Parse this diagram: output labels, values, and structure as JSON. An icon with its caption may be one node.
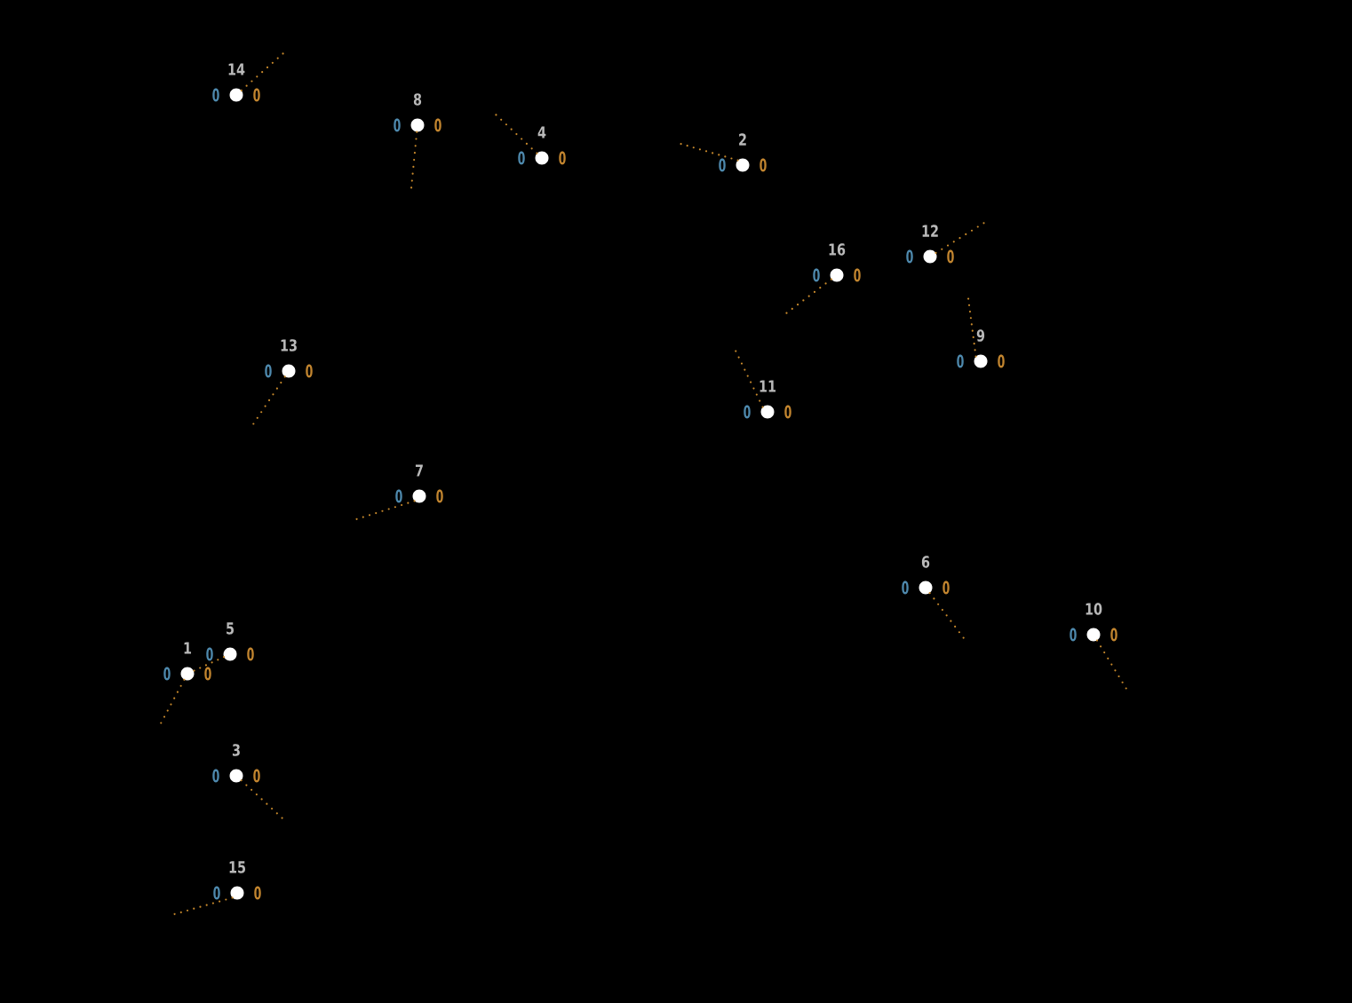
{
  "diagram": {
    "nodes": [
      {
        "text": [
          "14"
        ],
        "beside": [
          "0",
          "0"
        ]
      },
      {
        "text": [
          "8"
        ],
        "beside": [
          "0",
          "0"
        ]
      },
      {
        "text": [
          "4"
        ],
        "beside": [
          "0",
          "0"
        ]
      },
      {
        "text": [
          "2"
        ],
        "beside": [
          "0",
          "0"
        ]
      },
      {
        "text": [
          "12"
        ],
        "beside": [
          "0",
          "0"
        ]
      },
      {
        "text": [
          "16"
        ],
        "beside": [
          "0",
          "0"
        ]
      },
      {
        "text": [
          "9"
        ],
        "beside": [
          "0",
          "0"
        ]
      },
      {
        "text": [
          "13"
        ],
        "beside": [
          "0",
          "0"
        ]
      },
      {
        "text": [
          "11"
        ],
        "beside": [
          "0",
          "0"
        ]
      },
      {
        "text": [
          "7"
        ],
        "beside": [
          "0",
          "0"
        ]
      },
      {
        "text": [
          "6"
        ],
        "beside": [
          "0",
          "0"
        ]
      },
      {
        "text": [
          "10"
        ],
        "beside": [
          "0",
          "0"
        ]
      },
      {
        "text": [
          "5"
        ],
        "beside": [
          "0",
          "0"
        ]
      },
      {
        "text": [
          "1"
        ],
        "beside": [
          "0",
          "0"
        ]
      },
      {
        "text": [
          "3"
        ],
        "beside": [
          "0",
          "0"
        ]
      },
      {
        "text": [
          "15"
        ],
        "beside": [
          "0",
          "0"
        ]
      }
    ],
    "edges": [
      {
        "from": 0,
        "to": null,
        "arrow": "none"
      },
      {
        "from": 1,
        "to": null,
        "arrow": "none"
      },
      {
        "from": 2,
        "to": null,
        "arrow": "none"
      },
      {
        "from": 3,
        "to": null,
        "arrow": "none"
      },
      {
        "from": 4,
        "to": null,
        "arrow": "none"
      },
      {
        "from": 5,
        "to": null,
        "arrow": "none"
      },
      {
        "from": 6,
        "to": null,
        "arrow": "none"
      },
      {
        "from": 7,
        "to": null,
        "arrow": "none"
      },
      {
        "from": 8,
        "to": null,
        "arrow": "none"
      },
      {
        "from": 9,
        "to": null,
        "arrow": "none"
      },
      {
        "from": 10,
        "to": null,
        "arrow": "none"
      },
      {
        "from": 11,
        "to": null,
        "arrow": "none"
      },
      {
        "from": 12,
        "to": 13,
        "arrow": "none"
      },
      {
        "from": 13,
        "to": null,
        "arrow": "none"
      },
      {
        "from": 14,
        "to": null,
        "arrow": "none"
      },
      {
        "from": 15,
        "to": null,
        "arrow": "none"
      }
    ]
  }
}
